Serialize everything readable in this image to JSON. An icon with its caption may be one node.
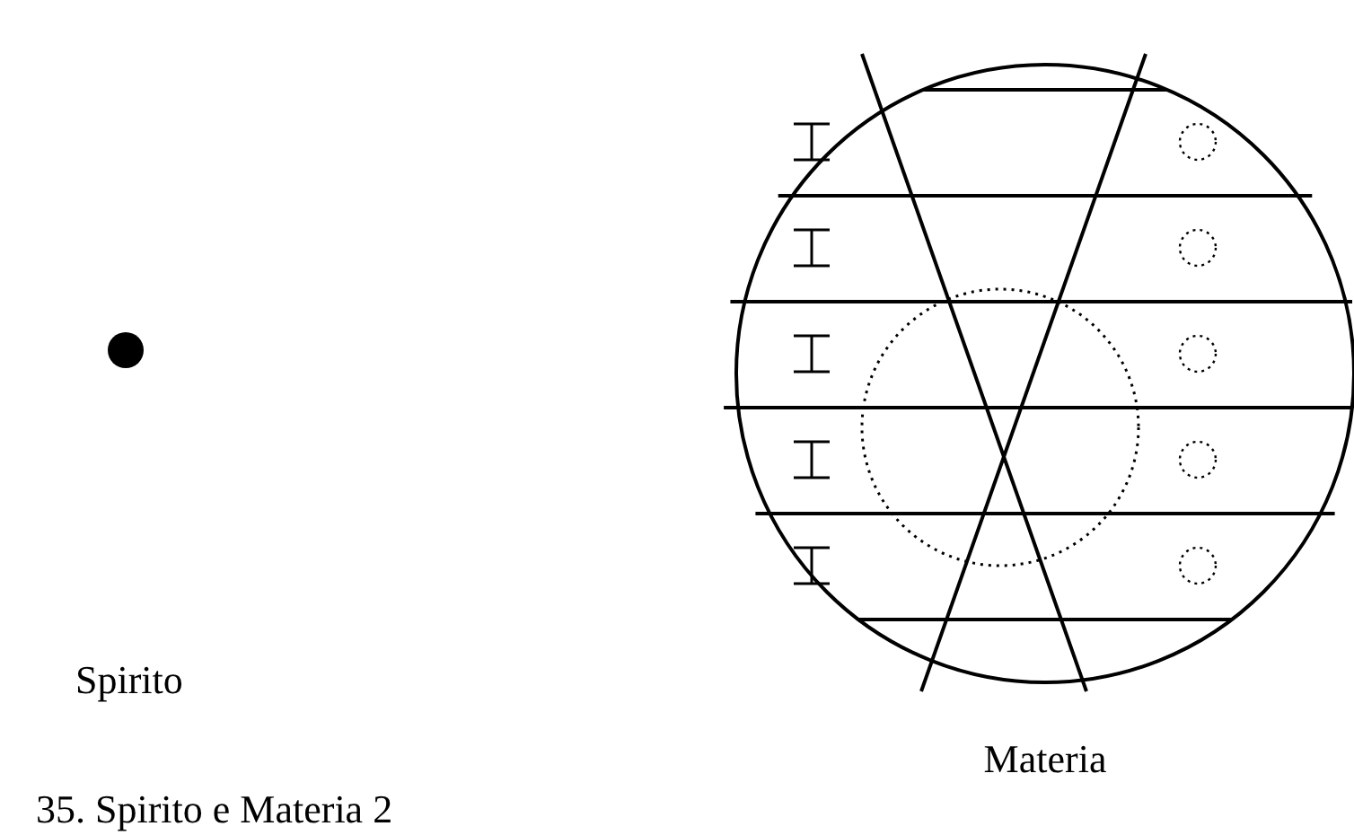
{
  "diagram": {
    "caption": "35. Spirito e Materia 2",
    "nodes": [
      {
        "text": [],
        "shape": "circle"
      },
      {
        "text": [
          "Materia"
        ]
      }
    ],
    "labels": [
      "Spirito"
    ]
  }
}
